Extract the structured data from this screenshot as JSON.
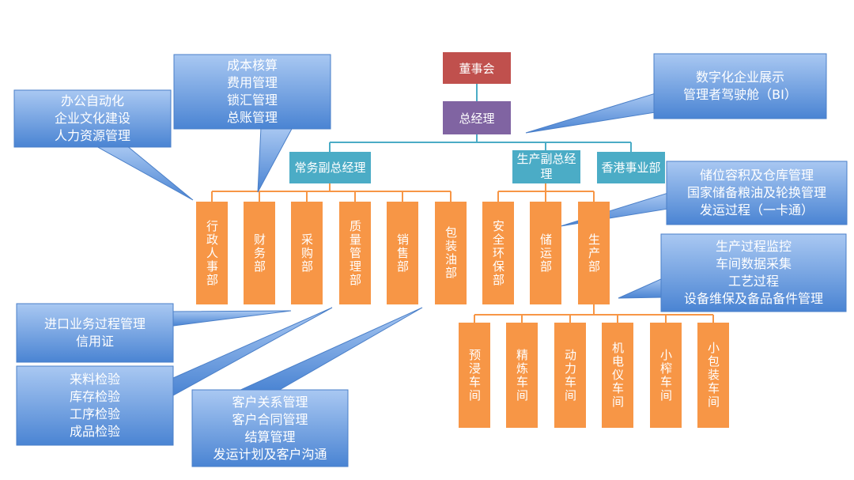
{
  "colors": {
    "exec": "#c0504d",
    "gm": "#8064a2",
    "vp": "#4bacc6",
    "dept": "#f79646",
    "connector": "#f79646",
    "top_connector": "#4bacc6",
    "callout_light": "#a7c6f0",
    "callout_dark": "#4f86d4"
  },
  "org": {
    "board": "董事会",
    "gm": "总经理",
    "vp_admin": "常务副总经理",
    "vp_production": "生产副总经理",
    "hk": "香港事业部",
    "departments": [
      "行政人事部",
      "财务部",
      "采购部",
      "质量管理部",
      "销售部",
      "包装油部",
      "安全环保部",
      "储运部",
      "生产部"
    ],
    "workshops": [
      "预浸车间",
      "精炼车间",
      "动力车间",
      "机电仪车间",
      "小榨车间",
      "小包装车间"
    ]
  },
  "callouts": {
    "office": [
      "办公自动化",
      "企业文化建设",
      "人力资源管理"
    ],
    "finance": [
      "成本核算",
      "费用管理",
      "锁汇管理",
      "总账管理"
    ],
    "bi": [
      "数字化企业展示",
      "管理者驾驶舱（BI）"
    ],
    "storage": [
      "储位容积及仓库管理",
      "国家储备粮油及轮换管理",
      "发运过程（一卡通）"
    ],
    "production": [
      "生产过程监控",
      "车间数据采集",
      "工艺过程",
      "设备维保及备品备件管理"
    ],
    "import": [
      "进口业务过程管理",
      "信用证"
    ],
    "quality": [
      "来料检验",
      "库存检验",
      "工序检验",
      "成品检验"
    ],
    "customer": [
      "客户关系管理",
      "客户合同管理",
      "结算管理",
      "发运计划及客户沟通"
    ]
  }
}
